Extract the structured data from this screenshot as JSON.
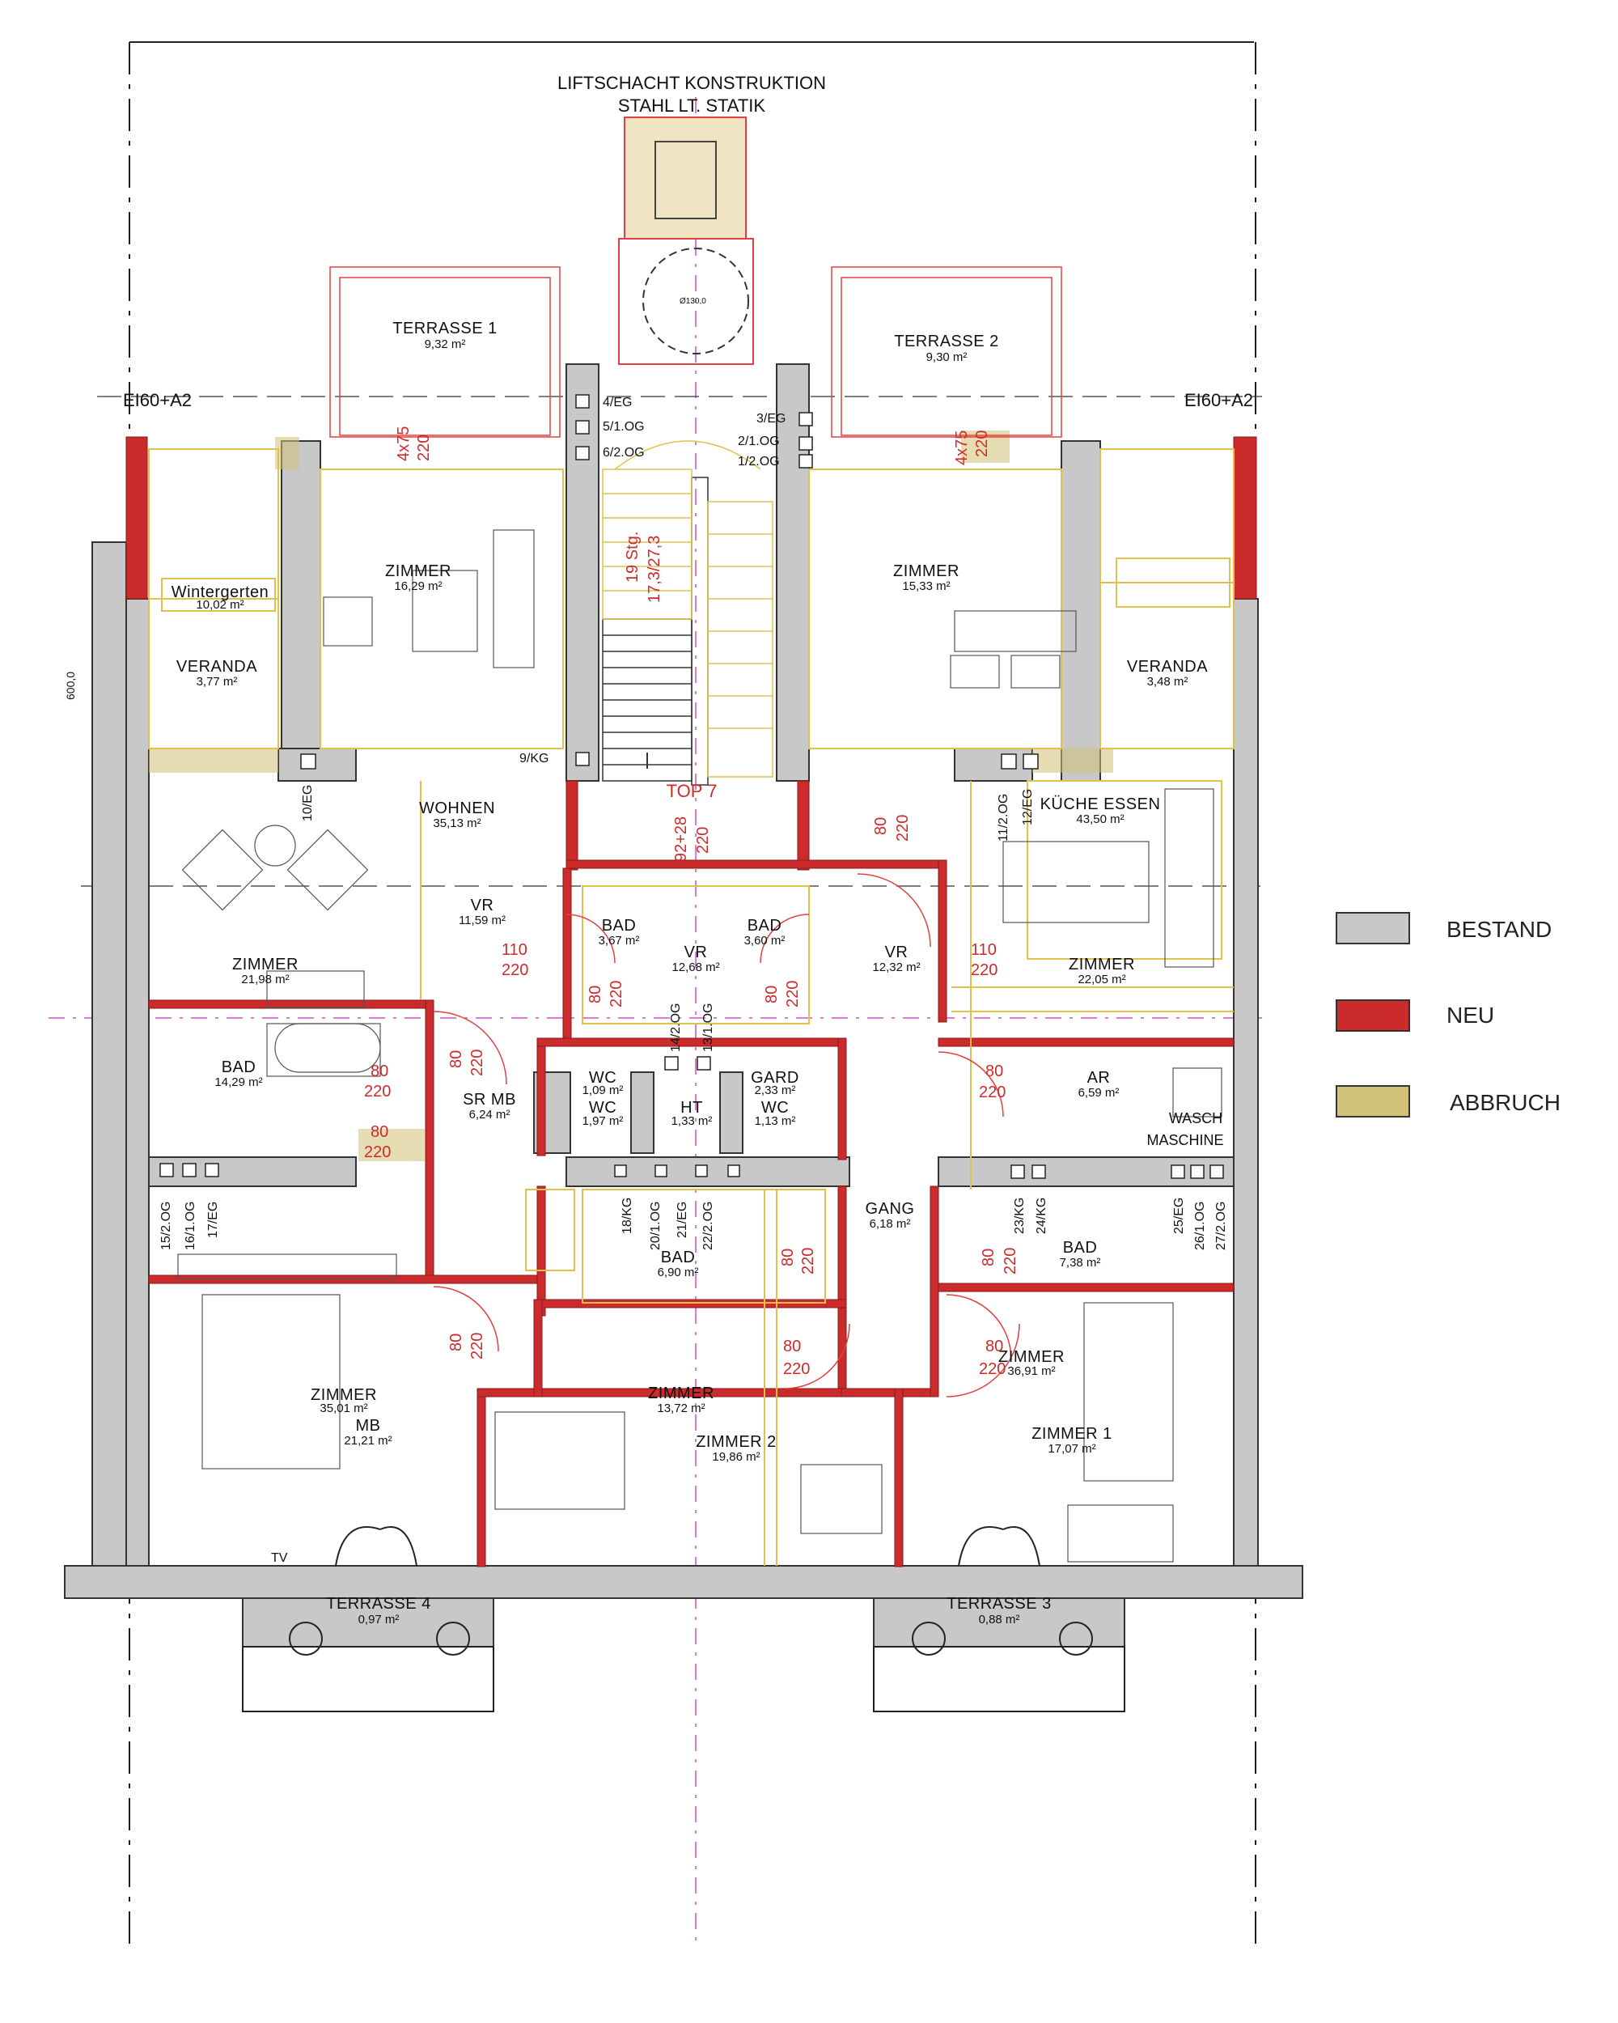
{
  "colors": {
    "bestand": "#c8c8c8",
    "neu": "#cc2b2b",
    "abbruch": "#d2c179",
    "yellow_line": "#e2c14a",
    "red_line": "#e04040"
  },
  "header": {
    "line1": "LIFTSCHACHT KONSTRUKTION",
    "line2": "STAHL LT. STATIK"
  },
  "markers": {
    "ei_left": "EI60+A2",
    "ei_right": "EI60+A2",
    "dim_600": "600,0",
    "lift_dia": "Ø130,0",
    "top": "TOP 7"
  },
  "terraces": [
    {
      "name": "TERRASSE 1",
      "area": "9,32 m²"
    },
    {
      "name": "TERRASSE 2",
      "area": "9,30 m²"
    },
    {
      "name": "TERRASSE 3",
      "area": "0,88 m²"
    },
    {
      "name": "TERRASSE 4",
      "area": "0,97 m²"
    }
  ],
  "rooms": [
    {
      "name": "Wintergerten",
      "area": "10,02 m²"
    },
    {
      "name": "ZIMMER",
      "area": "16,29 m²"
    },
    {
      "name": "ZIMMER",
      "area": "15,33 m²"
    },
    {
      "name": "VERANDA",
      "area": "3,77 m²"
    },
    {
      "name": "VERANDA",
      "area": "3,48 m²"
    },
    {
      "name": "WOHNEN",
      "area": "35,13 m²"
    },
    {
      "name": "KÜCHE ESSEN",
      "area": "43,50 m²"
    },
    {
      "name": "VR",
      "area": "11,59 m²"
    },
    {
      "name": "BAD",
      "area": "3,67 m²"
    },
    {
      "name": "BAD",
      "area": "3,60 m²"
    },
    {
      "name": "VR",
      "area": "12,68 m²"
    },
    {
      "name": "VR",
      "area": "12,32 m²"
    },
    {
      "name": "ZIMMER",
      "area": "21,98 m²"
    },
    {
      "name": "ZIMMER",
      "area": "22,05 m²"
    },
    {
      "name": "BAD",
      "area": "14,29 m²"
    },
    {
      "name": "SR MB",
      "area": "6,24 m²"
    },
    {
      "name": "WC",
      "area": "1,09 m²"
    },
    {
      "name": "WC",
      "area": "1,97 m²"
    },
    {
      "name": "HT",
      "area": "1,33 m²"
    },
    {
      "name": "GARD",
      "area": "2,33 m²"
    },
    {
      "name": "WC",
      "area": "1,13 m²"
    },
    {
      "name": "AR",
      "area": "6,59 m²"
    },
    {
      "name": "GANG",
      "area": "6,18 m²"
    },
    {
      "name": "BAD",
      "area": "6,90 m²"
    },
    {
      "name": "BAD",
      "area": "7,38 m²"
    },
    {
      "name": "ZIMMER",
      "area": "35,01 m²"
    },
    {
      "name": "MB",
      "area": "21,21 m²"
    },
    {
      "name": "ZIMMER",
      "area": "13,72 m²"
    },
    {
      "name": "ZIMMER 2",
      "area": "19,86 m²"
    },
    {
      "name": "ZIMMER",
      "area": "36,91 m²"
    },
    {
      "name": "ZIMMER 1",
      "area": "17,07 m²"
    }
  ],
  "labels": {
    "wasch1": "WASCH",
    "wasch2": "MASCHINE",
    "tv": "TV"
  },
  "stair": {
    "steps": "19 Stg.",
    "dims": "17,3/27,3"
  },
  "shafts": [
    "4/EG",
    "5/1.OG",
    "6/2.OG",
    "3/EG",
    "2/1.OG",
    "1/2.OG",
    "9/KG",
    "10/EG",
    "11/2.OG",
    "12/EG",
    "14/2.OG",
    "13/1.OG",
    "15/2.OG",
    "16/1.OG",
    "17/EG",
    "18/KG",
    "20/1.OG",
    "21/EG",
    "22/2.OG",
    "23/KG",
    "24/KG",
    "25/EG",
    "26/1.OG",
    "27/2.OG"
  ],
  "door_dims": [
    "4x75",
    "220",
    "4x75",
    "220",
    "92+28",
    "220",
    "80",
    "220",
    "110",
    "220",
    "110",
    "220",
    "80",
    "220",
    "80",
    "220",
    "80",
    "220",
    "80",
    "220",
    "80",
    "220",
    "80",
    "220",
    "80",
    "220",
    "80",
    "220",
    "80",
    "220",
    "80",
    "220",
    "80",
    "220"
  ],
  "legend": [
    {
      "label": "BESTAND",
      "color": "#c8c8c8"
    },
    {
      "label": "NEU",
      "color": "#cc2b2b"
    },
    {
      "label": "ABBRUCH",
      "color": "#d2c179"
    }
  ]
}
